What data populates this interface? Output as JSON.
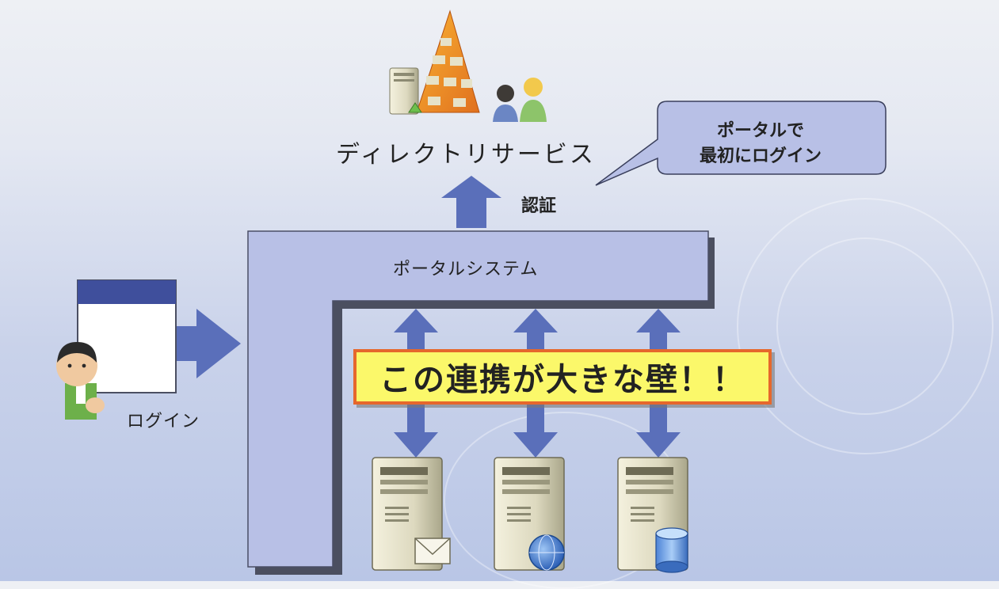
{
  "directory_service": {
    "label": "ディレクトリサービス"
  },
  "callout": {
    "line1": "ポータルで",
    "line2": "最初にログイン"
  },
  "auth": {
    "label": "認証"
  },
  "portal": {
    "label": "ポータルシステム"
  },
  "login": {
    "label": "ログイン"
  },
  "warning": {
    "text": "この連携が大きな壁！！"
  },
  "colors": {
    "portal_fill": "#b8c0e6",
    "arrow": "#5a6fba",
    "warning_fill": "#fbf86a",
    "warning_border": "#e6672c"
  },
  "icons": [
    "directory-server-icon",
    "pyramid-icon",
    "users-icon",
    "user-icon",
    "login-window-icon",
    "mail-server-icon",
    "web-server-icon",
    "database-server-icon"
  ]
}
